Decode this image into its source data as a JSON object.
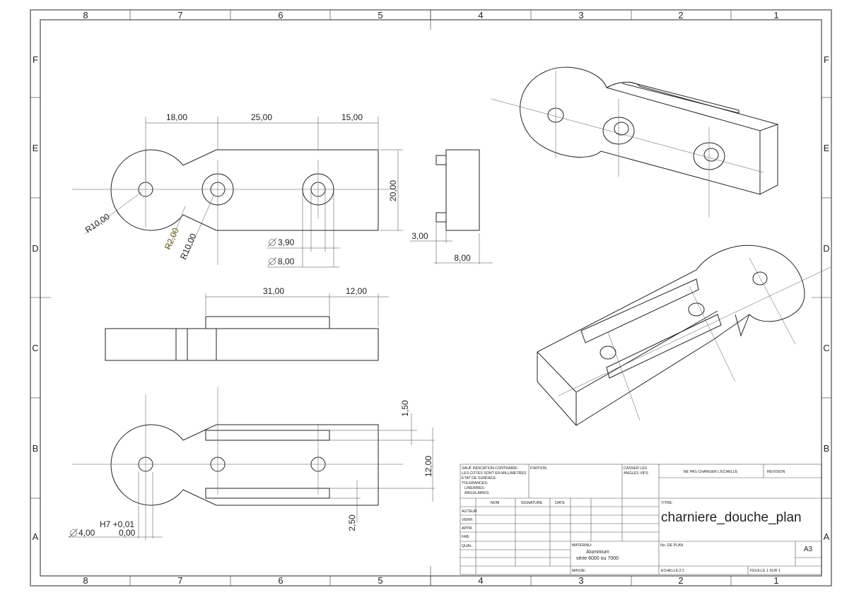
{
  "zones": {
    "columns": [
      "8",
      "7",
      "6",
      "5",
      "4",
      "3",
      "2",
      "1"
    ],
    "rows": [
      "F",
      "E",
      "D",
      "C",
      "B",
      "A"
    ]
  },
  "dimensions": {
    "top_view": {
      "w18": "18,00",
      "w25": "25,00",
      "w15": "15,00",
      "h20": "20,00",
      "r10a": "R10,00",
      "r2": "R2,00",
      "r10b": "R10,00",
      "d390": "3,90",
      "d800": "8,00"
    },
    "side_view": {
      "w3": "3,00",
      "w8": "8,00"
    },
    "front_view": {
      "w31": "31,00",
      "w12": "12,00"
    },
    "bottom_view": {
      "h150": "1,50",
      "h1200": "12,00",
      "h250": "2,50",
      "tol_upper": "H7 +0,01",
      "tol_lower": "0,00",
      "d4": "4,00"
    }
  },
  "title_block": {
    "general_notes": [
      "SAUF INDICATION CONTRAIRE:",
      "LES COTES SONT EN MILLIMETRES",
      "ETAT DE SURFACE:",
      "TOLERANCES:",
      "  LINEAIRES:",
      "  ANGULAIRES:"
    ],
    "finish_label": "FINITION:",
    "edges_label": [
      "CASSER LES",
      "ANGLES VIFS"
    ],
    "scale_notice": "NE PAS CHANGER L'ECHELLE",
    "revision_label": "REVISION",
    "col_headers": {
      "name": "NOM",
      "signature": "SIGNATURE",
      "date": "DATE"
    },
    "roles": [
      "AUTEUR",
      "VERIF.",
      "APPR.",
      "FAB.",
      "QUAL."
    ],
    "title_label": "TITRE:",
    "title": "charniere_douche_plan",
    "material_label": "MATERIAU:",
    "material_line1": "Aluminium",
    "material_line2": "série 6000 ou 7000",
    "drawing_no_label": "No. DE PLAN",
    "format": "A3",
    "mass_label": "MASSE:",
    "scale_label": "ECHELLE:2:1",
    "sheet_label": "FEUILLE 1 SUR 1"
  },
  "icons": {
    "diameter": "diameter-symbol"
  }
}
